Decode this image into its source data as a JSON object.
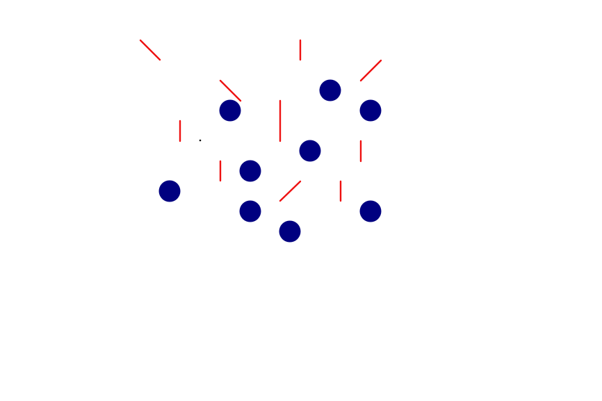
{
  "colors": {
    "background": "#ffffff",
    "ball": "#000080",
    "wall": "#ee1111",
    "player": "#000000"
  },
  "board": {
    "pieces": [
      {
        "kind": "ball",
        "name": "ball-1"
      },
      {
        "kind": "ball",
        "name": "ball-2"
      },
      {
        "kind": "ball",
        "name": "ball-3"
      },
      {
        "kind": "ball",
        "name": "ball-4"
      },
      {
        "kind": "ball",
        "name": "ball-5"
      },
      {
        "kind": "ball",
        "name": "ball-6"
      },
      {
        "kind": "ball",
        "name": "ball-7"
      },
      {
        "kind": "ball",
        "name": "ball-8"
      },
      {
        "kind": "ball",
        "name": "ball-9"
      },
      {
        "kind": "wall",
        "orientation": "backslash",
        "name": "wall-1"
      },
      {
        "kind": "wall",
        "orientation": "vertical",
        "name": "wall-2"
      },
      {
        "kind": "wall",
        "orientation": "backslash",
        "name": "wall-3"
      },
      {
        "kind": "wall",
        "orientation": "slash",
        "name": "wall-4"
      },
      {
        "kind": "wall",
        "orientation": "vertical",
        "name": "wall-5"
      },
      {
        "kind": "wall",
        "orientation": "vertical",
        "name": "wall-6"
      },
      {
        "kind": "wall",
        "orientation": "vertical",
        "name": "wall-7"
      },
      {
        "kind": "wall",
        "orientation": "vertical",
        "name": "wall-8"
      },
      {
        "kind": "wall",
        "orientation": "slash",
        "name": "wall-9"
      },
      {
        "kind": "wall",
        "orientation": "vertical",
        "name": "wall-10"
      },
      {
        "kind": "player",
        "name": "player-marker"
      }
    ]
  }
}
